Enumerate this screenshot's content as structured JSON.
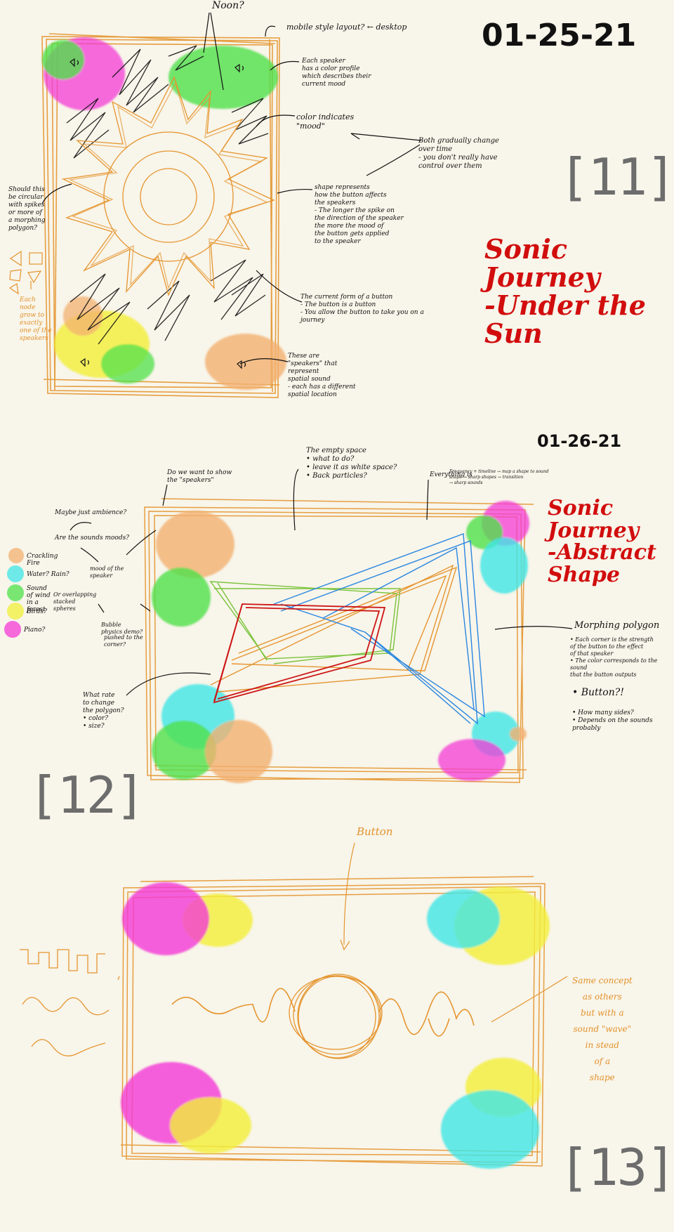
{
  "colors": {
    "background": "#f8f5ea",
    "sketch_orange": "#e5952f",
    "ink": "#111111",
    "title_red": "#d10d0d",
    "index_gray": "#6d6d6d",
    "pink": "#f43ad6",
    "green": "#4fe04a",
    "cyan": "#3fe6e6",
    "yellow": "#f2ef3a",
    "peach": "#f3b070",
    "blue": "#2a86e0"
  },
  "sketch11": {
    "date": "01-25-21",
    "index": "[11]",
    "title": "Sonic Journey\n-Under the\n  Sun",
    "notes": {
      "noon": "Noon?",
      "mobile": "mobile style layout? ← desktop",
      "each_speaker": "Each speaker\nhas a color profile\nwhich describes their\ncurrent mood",
      "color_indicates": "color indicates\n\"mood\"",
      "both_change": "Both gradually change\nover time\n- you don't really have\n  control over them",
      "shape_represents": "shape represents\nhow the button affects\nthe speakers\n- The longer the spike on\n  the direction of the speaker\n  the more the mood of\n  the button gets applied\n  to the speaker",
      "should_this": "Should this\nbe circular\nwith spikes\nor more of\na morphing\npolygon?",
      "each_node": "Each\nnode\ngrow to\nexactly\none of the\nspeakers",
      "current_form": "The current form of a button\n- The button is a button\n- You allow the button to take you on a\n  journey",
      "these_are": "These are\n\"speakers\" that\nrepresent\nspatial sound\n- each has a different\n  spatial location"
    }
  },
  "sketch12": {
    "date": "01-26-21",
    "index": "[12]",
    "title": "Sonic Journey\n-Abstract\n  Shape",
    "notes": {
      "empty_space": "The empty space\n• what to do?\n• leave it as white space?\n• Back particles?",
      "do_we_want": "Do we want to show\nthe \"speakers\"",
      "everything": "Everything is",
      "flow": "Frequency + timeline → map a shape to sound\nshape → sharp shapes → transition\n→ sharp sounds",
      "maybe_ambience": "Maybe just ambience?",
      "are_sounds": "Are the sounds moods?",
      "mood_speaker": "mood of the\nspeaker",
      "overlapping": "Or overlapping\nstacked\nspheres",
      "bubble": "Bubble\nphysics demo?",
      "pushed": "pushed to the\ncorner?",
      "morphing": "Morphing polygon",
      "morph_details": "• Each corner is the strength\n  of the button to the effect\n  of that speaker\n• The color corresponds to the sound\n  that the button outputs",
      "button_q": "• Button?!",
      "how_many": "• How many sides?\n  • Depends on the sounds\n    probably",
      "what_rate": "What rate\nto change\nthe polygon?\n• color?\n• size?"
    },
    "legend": [
      "Crackling Fire",
      "Water? Rain?",
      "Sound of wind in a forest",
      "Birds?",
      "Piano?"
    ]
  },
  "sketch13": {
    "index": "[13]",
    "notes": {
      "button": "Button",
      "same_concept": "Same concept\nas others\nbut with a\nsound \"wave\"\nin stead\nof a\nshape"
    }
  }
}
